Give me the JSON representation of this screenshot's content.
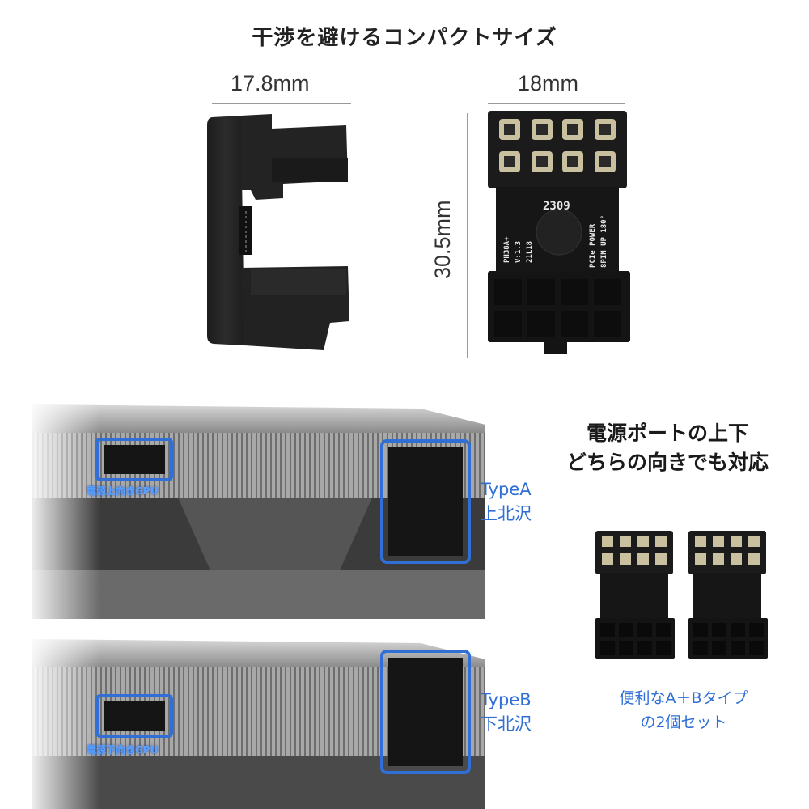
{
  "title": "干渉を避けるコンパクトサイズ",
  "dimensions": {
    "side_width": "17.8mm",
    "front_width": "18mm",
    "front_height": "30.5mm"
  },
  "pcb": {
    "model": "PH38A+",
    "version": "V:1.3",
    "batch": "21L18",
    "code": "2309",
    "line1": "PCIe POWER",
    "line2": "8PIN UP 180°"
  },
  "orientation_note": {
    "line1": "電源ポートの上下",
    "line2": "どちらの向きでも対応"
  },
  "type_a": {
    "name": "TypeA",
    "desc": "上北沢",
    "gpu_label": "電源上向きGPU"
  },
  "type_b": {
    "name": "TypeB",
    "desc": "下北沢",
    "gpu_label": "電源下向きGPU"
  },
  "set_note": {
    "line1": "便利なA＋Bタイプ",
    "line2": "の2個セット"
  },
  "colors": {
    "highlight": "#2f6fd6",
    "connector": "#151515"
  }
}
